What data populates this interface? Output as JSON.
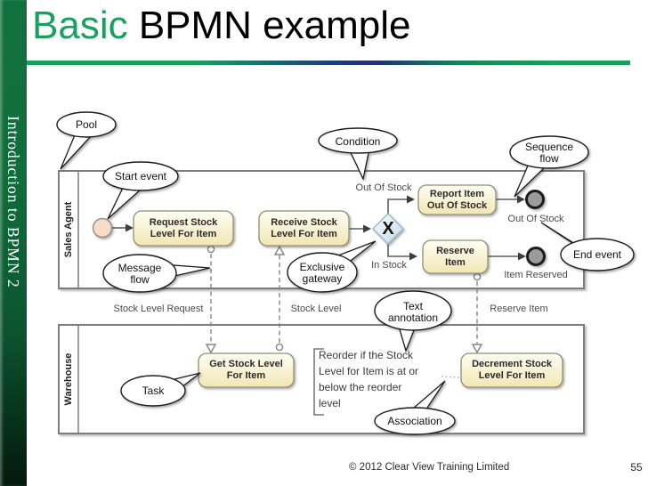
{
  "slide": {
    "title_highlight": "Basic",
    "title_rest": " BPMN example",
    "sidebar_text": "Introduction to BPMN 2",
    "footer_copyright": "© 2012 Clear View Training Limited",
    "footer_page": "55"
  },
  "diagram": {
    "pools": {
      "sales_agent": "Sales Agent",
      "warehouse": "Warehouse"
    },
    "tasks": {
      "request": "Request Stock\nLevel For Item",
      "receive": "Receive Stock\nLevel For Item",
      "report": "Report Item\nOut Of Stock",
      "reserve": "Reserve\nItem",
      "get_stock": "Get Stock Level\nFor Item",
      "decrement": "Decrement Stock\nLevel For Item"
    },
    "gateway_symbol": "X",
    "labels": {
      "condition_out_of_stock": "Out Of Stock",
      "in_stock": "In Stock",
      "end_out_of_stock": "Out Of Stock",
      "end_item_reserved": "Item Reserved",
      "stock_level_request": "Stock Level Request",
      "stock_level": "Stock Level",
      "reserve_item": "Reserve Item"
    },
    "annotation": "Reorder if the Stock\nLevel for Item is at or\nbelow the reorder\nlevel",
    "callouts": {
      "pool": "Pool",
      "start_event": "Start event",
      "condition": "Condition",
      "sequence_flow": "Sequence\nflow",
      "end_event": "End event",
      "message_flow": "Message\nflow",
      "exclusive_gateway": "Exclusive\ngateway",
      "task": "Task",
      "text_annotation": "Text\nannotation",
      "association": "Association"
    },
    "colors": {
      "accent_green": "#17a05e",
      "task_fill_bottom": "#f1e6b4",
      "gateway_fill": "#c6dce8",
      "start_event_fill": "#f8dcc5",
      "end_event_fill": "#9b9b9b"
    }
  }
}
